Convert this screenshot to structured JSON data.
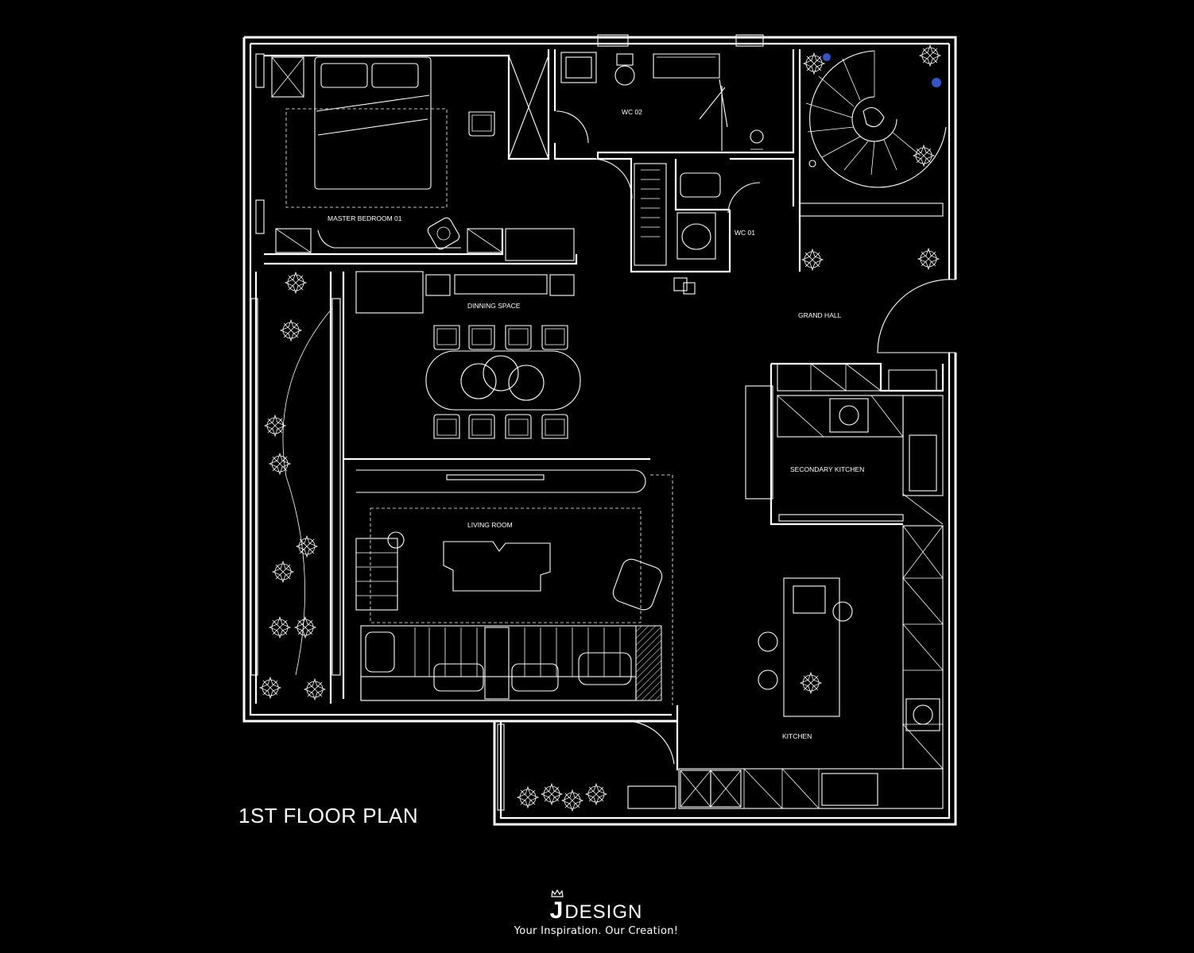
{
  "plan": {
    "title": "1ST FLOOR PLAN",
    "rooms": {
      "master_bedroom": "MASTER BEDROOM 01",
      "wc_02": "WC 02",
      "wc_01": "WC 01",
      "grand_hall": "GRAND HALL",
      "dining_space": "DINNING SPACE",
      "secondary_kitchen": "SECONDARY KITCHEN",
      "living_room": "LIVING ROOM",
      "kitchen": "KITCHEN"
    }
  },
  "brand": {
    "mark": "J",
    "name": "DESIGN",
    "tagline": "Your Inspiration. Our Creation!"
  },
  "colors": {
    "background": "#000000",
    "linework": "#ffffff",
    "planting_accent": "#3355cc"
  }
}
